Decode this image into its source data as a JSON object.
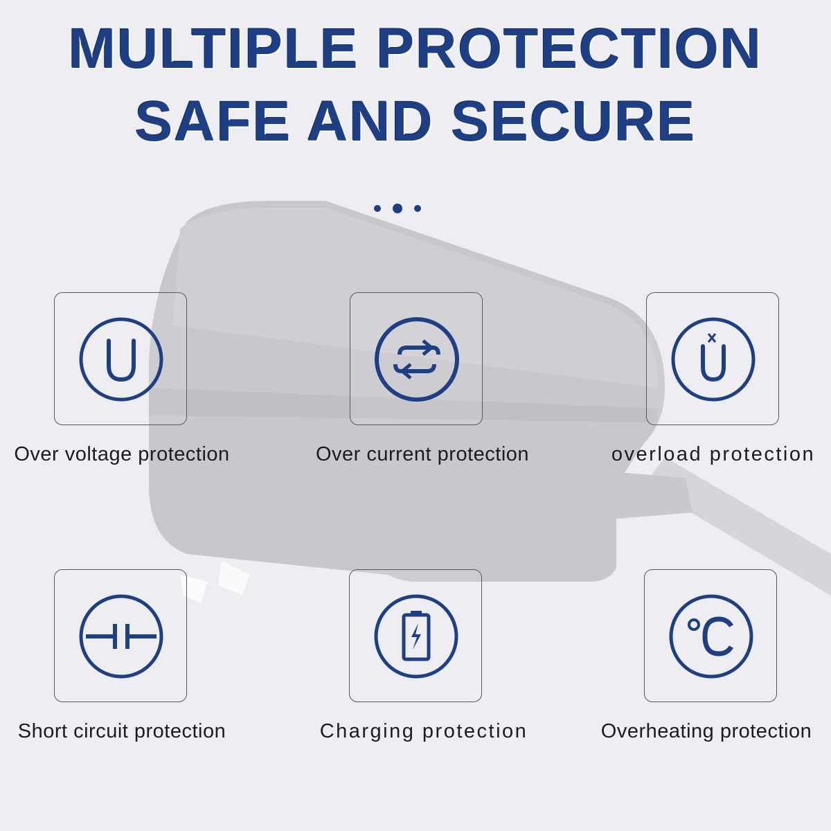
{
  "title": {
    "line1": "MULTIPLE PROTECTION",
    "line2": "SAFE AND SECURE"
  },
  "colors": {
    "accent": "#1f3f84",
    "background": "#eeeef2",
    "card_border": "#55585f",
    "label_text": "#1c1c1c"
  },
  "features": [
    {
      "label": "Over voltage protection",
      "icon": "voltage-u-icon"
    },
    {
      "label": "Over current protection",
      "icon": "current-cycle-icon"
    },
    {
      "label": "overload protection",
      "icon": "overload-u-icon"
    },
    {
      "label": "Short circuit protection",
      "icon": "capacitor-icon"
    },
    {
      "label": "Charging protection",
      "icon": "battery-charging-icon"
    },
    {
      "label": "Overheating protection",
      "icon": "celsius-icon"
    }
  ]
}
